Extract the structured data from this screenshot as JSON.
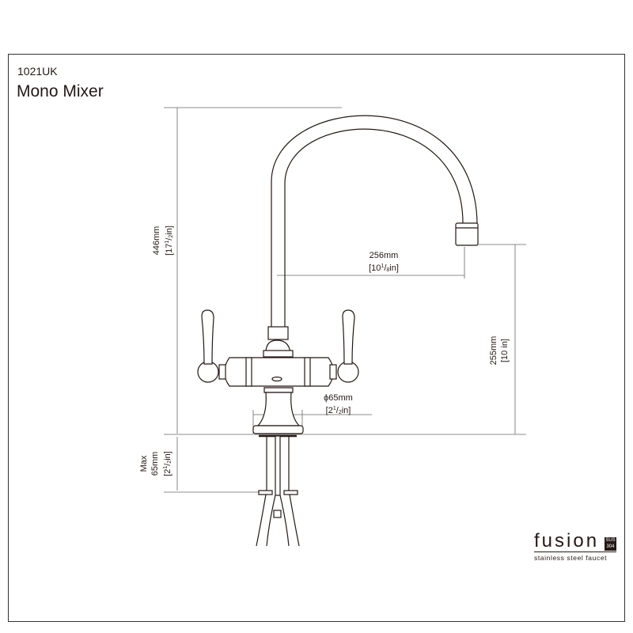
{
  "header": {
    "model": "1021UK",
    "title": "Mono Mixer"
  },
  "dimensions": {
    "height": {
      "mm": "446mm",
      "in_whole": "17",
      "in_num": "1",
      "in_den": "2",
      "in_unit": "in"
    },
    "reach": {
      "mm": "256mm",
      "in_whole": "10",
      "in_num": "1",
      "in_den": "8",
      "in_unit": "in"
    },
    "spout_height": {
      "mm": "255mm",
      "in_whole": "10",
      "in_unit": "in"
    },
    "base_diameter": {
      "mm": "ϕ65mm",
      "in_whole": "2",
      "in_num": "1",
      "in_den": "2",
      "in_unit": "in"
    },
    "max_counter": {
      "label": "Max",
      "mm": "65mm",
      "in_whole": "2",
      "in_num": "1",
      "in_den": "2",
      "in_unit": "in"
    }
  },
  "logo": {
    "brand": "fusion",
    "badge_top": "SUS",
    "badge_bottom": "304",
    "tagline": "stainless steel faucet"
  },
  "colors": {
    "line": "#231815",
    "dim_line": "#555555"
  }
}
